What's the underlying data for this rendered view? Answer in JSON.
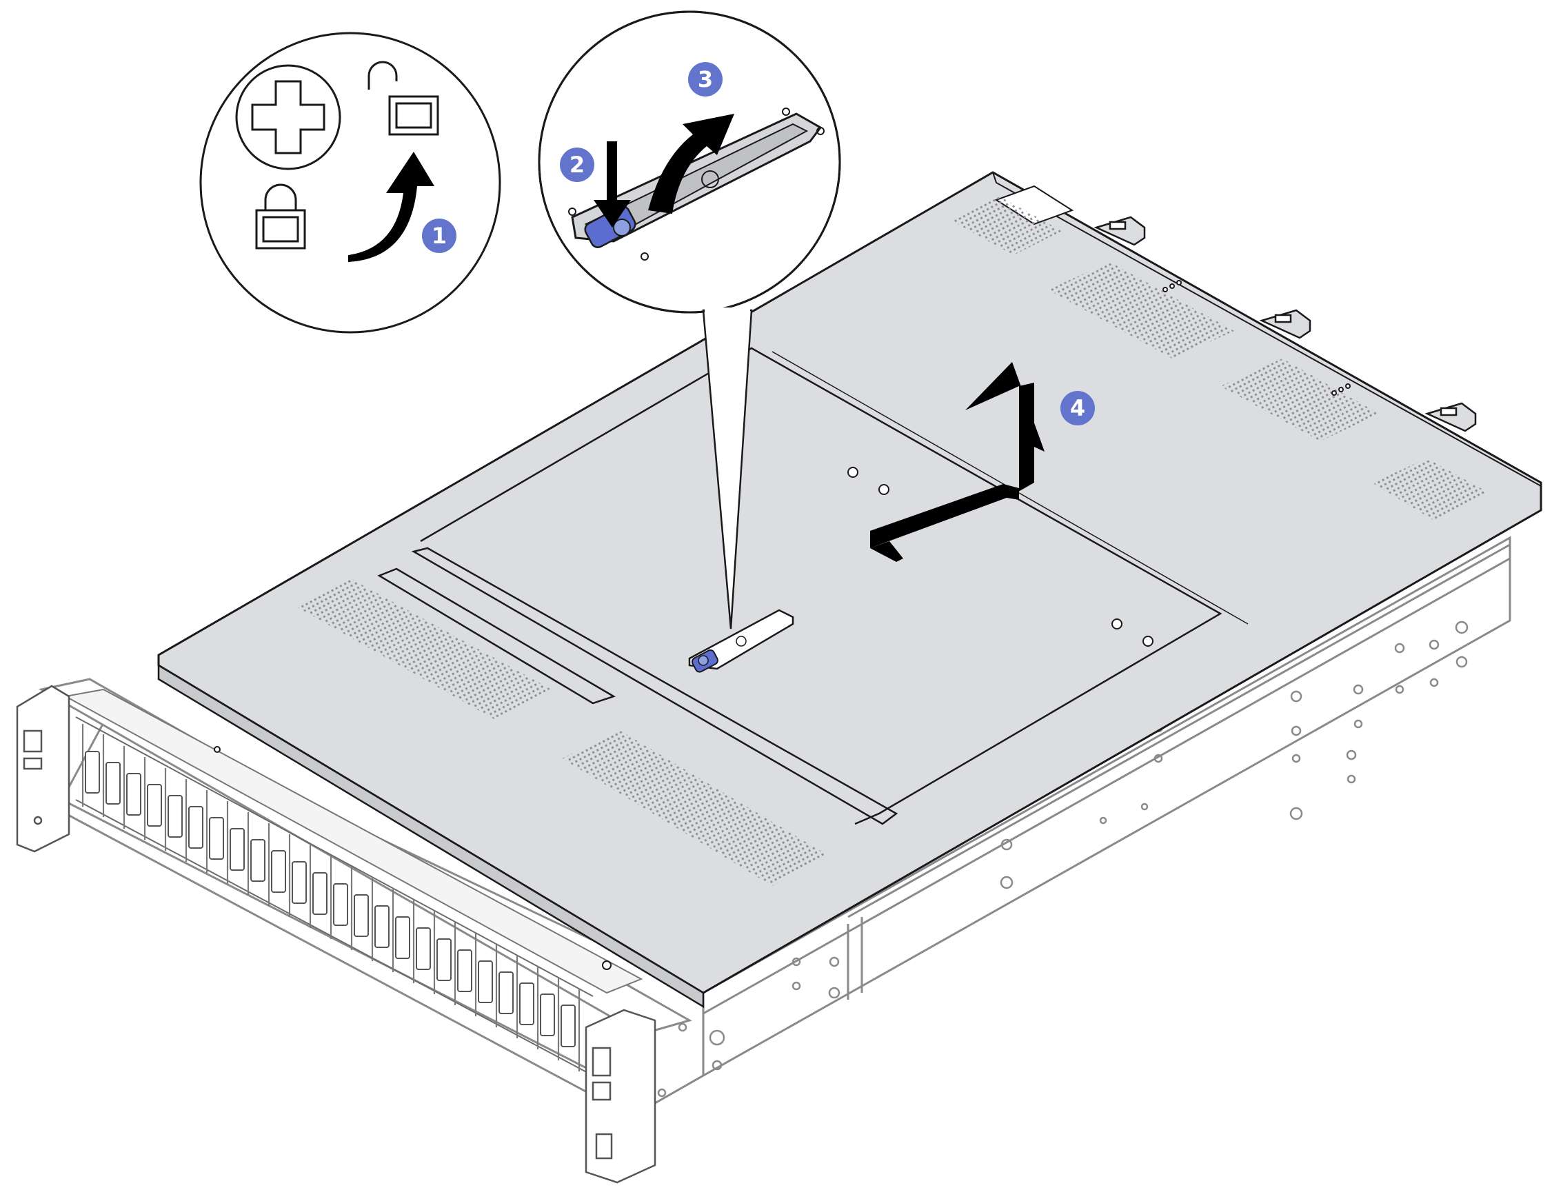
{
  "callouts": [
    {
      "id": 1,
      "label": "1",
      "action": "unlock"
    },
    {
      "id": 2,
      "label": "2",
      "action": "press-latch"
    },
    {
      "id": 3,
      "label": "3",
      "action": "lift-latch"
    },
    {
      "id": 4,
      "label": "4",
      "action": "slide-and-lift-cover"
    }
  ],
  "colors": {
    "callout_fill": "#6274cc",
    "callout_text": "#ffffff",
    "latch_blue": "#5b6ed0",
    "cover_gray": "#dcdde0",
    "cover_dark": "#c9cacd",
    "outline": "#1a1a1a",
    "chassis_line": "#8a8a8a",
    "arrow": "#000000"
  },
  "icons": [
    "phillips-screwdriver-icon",
    "unlock-icon",
    "lock-icon",
    "curved-arrow-icon"
  ]
}
